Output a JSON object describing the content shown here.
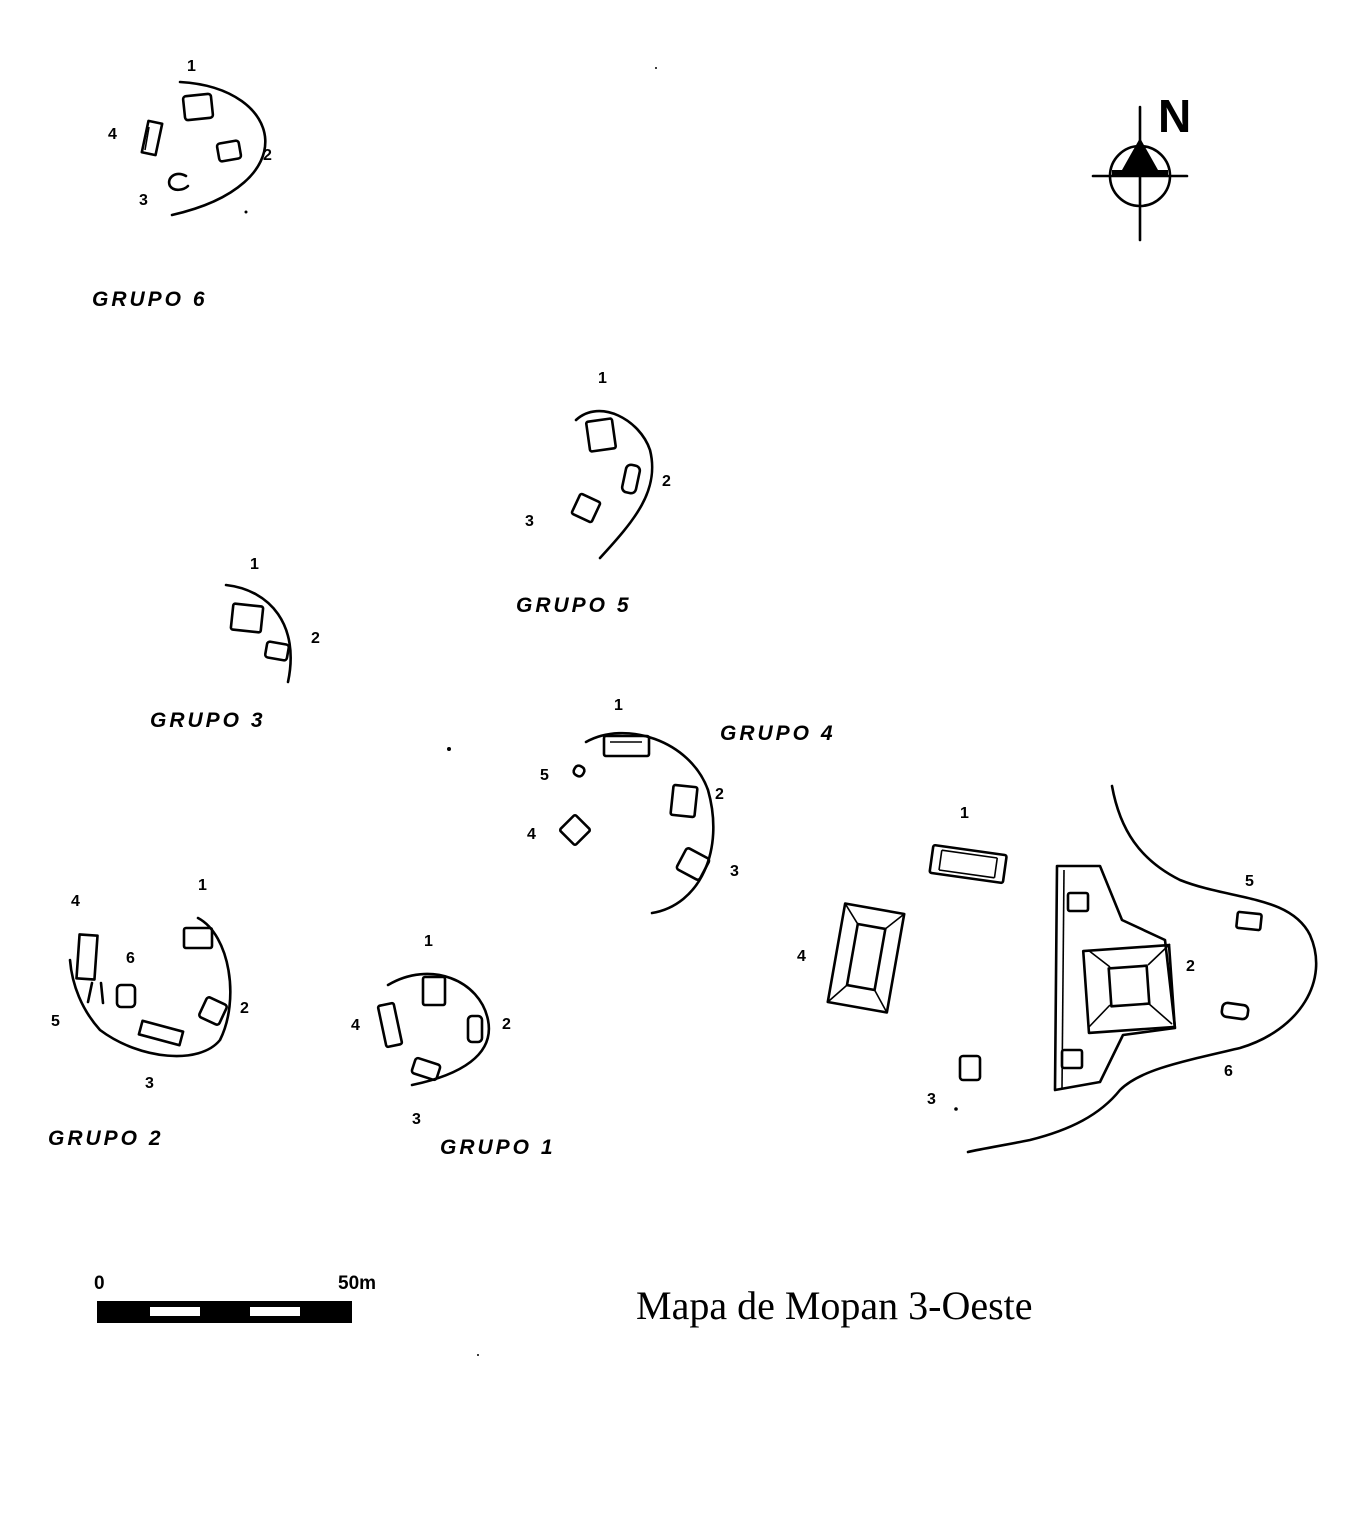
{
  "title": "Mapa de Mopan 3-Oeste",
  "north": {
    "label": "N",
    "icon": "north-arrow-icon"
  },
  "scale_bar": {
    "start": "0",
    "end": "50m"
  },
  "groups": {
    "g1": {
      "label": "GRUPO 1",
      "structures": [
        "1",
        "2",
        "3",
        "4"
      ]
    },
    "g2": {
      "label": "GRUPO 2",
      "structures": [
        "1",
        "2",
        "3",
        "4",
        "5",
        "6"
      ]
    },
    "g3": {
      "label": "GRUPO 3",
      "structures": [
        "1",
        "2"
      ]
    },
    "g4": {
      "label": "GRUPO 4",
      "structures": [
        "1",
        "2",
        "3",
        "4",
        "5"
      ]
    },
    "g5": {
      "label": "GRUPO 5",
      "structures": [
        "1",
        "2",
        "3"
      ]
    },
    "g6": {
      "label": "GRUPO 6",
      "structures": [
        "1",
        "2",
        "3",
        "4"
      ]
    },
    "main": {
      "structures": [
        "1",
        "2",
        "3",
        "4",
        "5",
        "6"
      ]
    }
  }
}
